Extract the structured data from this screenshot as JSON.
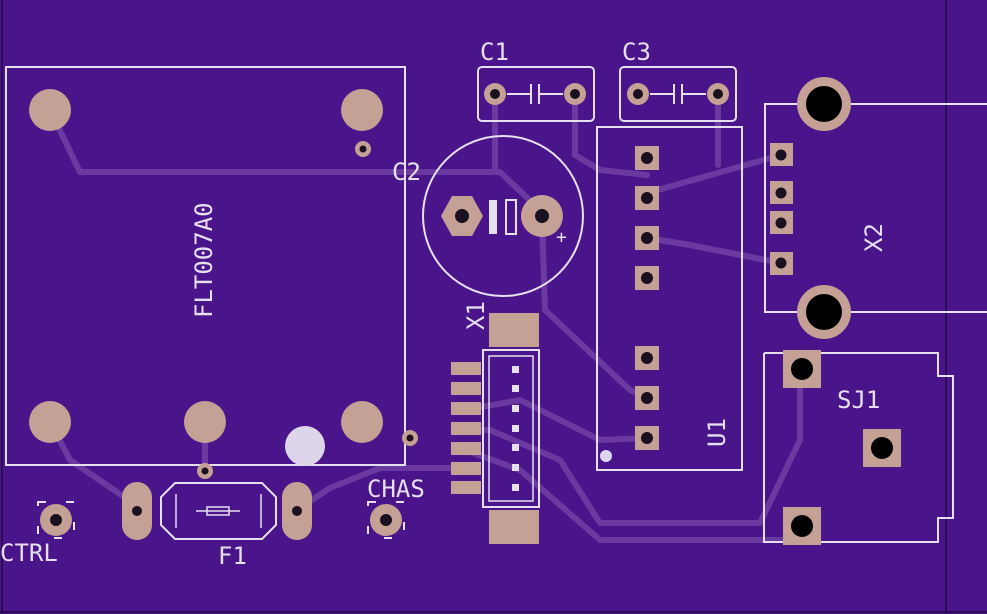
{
  "board": {
    "background_color": "#4a158a",
    "trace_color": "#6a3aa0",
    "silk_color": "#e6e0ee",
    "pad_color": "#c4a095",
    "drill_color": "#1a1020"
  },
  "labels": {
    "c1": "C1",
    "c3": "C3",
    "c2": "C2",
    "c2_polarity": "+",
    "fuse_holder": "FLT007A0",
    "x1": "X1",
    "x2": "X2",
    "u1": "U1",
    "sj1": "SJ1",
    "chas": "CHAS",
    "ctrl": "CTRL",
    "f1": "F1"
  }
}
